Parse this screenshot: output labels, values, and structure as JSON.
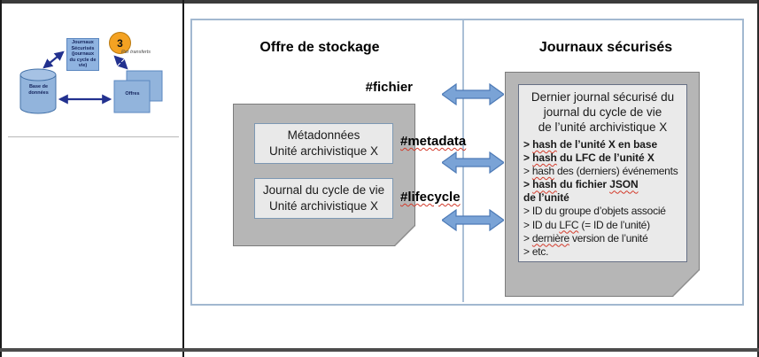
{
  "thumbnail": {
    "journals_box": "Journaux Sécurisés (journaux du cycle de vie)",
    "step_badge": "3",
    "badge_caption": "Par transferts",
    "database": "Base de données",
    "offers": "Offres"
  },
  "slide": {
    "left_header": "Offre de stockage",
    "right_header": "Journaux sécurisés",
    "tag_fichier": "#fichier",
    "tag_metadata": "#metadata",
    "tag_lifecycle": "#lifecycle",
    "left_note": {
      "metadata_box": [
        "Métadonnées",
        "Unité archivistique X"
      ],
      "lifecycle_box": [
        "Journal du cycle de vie",
        "Unité archivistique X"
      ]
    },
    "right_note": {
      "title": [
        "Dernier journal sécurisé du",
        "journal du cycle de vie",
        "de l’unité archivistique X"
      ],
      "items": [
        {
          "bold": true,
          "segments": [
            {
              "text": "> "
            },
            {
              "text": "hash",
              "wavy": true
            },
            {
              "text": " de l’unité X en base"
            }
          ]
        },
        {
          "bold": true,
          "segments": [
            {
              "text": "> "
            },
            {
              "text": "hash",
              "wavy": true
            },
            {
              "text": " du LFC de l’unité X"
            }
          ]
        },
        {
          "bold": false,
          "segments": [
            {
              "text": "> "
            },
            {
              "text": "hash",
              "wavy": true
            },
            {
              "text": " des (derniers) événements"
            }
          ]
        },
        {
          "bold": true,
          "segments": [
            {
              "text": "> "
            },
            {
              "text": "hash",
              "wavy": true
            },
            {
              "text": " du fichier "
            },
            {
              "text": "JSON",
              "wavy": true
            }
          ]
        },
        {
          "bold": true,
          "segments": [
            {
              "text": "de l’unité"
            }
          ]
        },
        {
          "bold": false,
          "segments": [
            {
              "text": "> ID du groupe d’objets associé"
            }
          ]
        },
        {
          "bold": false,
          "segments": [
            {
              "text": "> ID du "
            },
            {
              "text": "LFC",
              "wavy": true
            },
            {
              "text": " (= ID de l’unité)"
            }
          ]
        },
        {
          "bold": false,
          "segments": [
            {
              "text": "> "
            },
            {
              "text": "dernière",
              "wavy": true
            },
            {
              "text": " version de l’unité"
            }
          ]
        },
        {
          "bold": false,
          "segments": [
            {
              "text": "> etc."
            }
          ]
        }
      ]
    }
  },
  "colors": {
    "arrow_blue": "#7aa3d6",
    "arrow_blue_border": "#4d7ab6",
    "arrow_navy": "#22318f",
    "shape_blue": "#92b4dc",
    "note_gray": "#b6b6b6",
    "frame_blue": "#a2b8d0",
    "badge_orange": "#f4a222",
    "squiggle_red": "#d23a2a"
  }
}
